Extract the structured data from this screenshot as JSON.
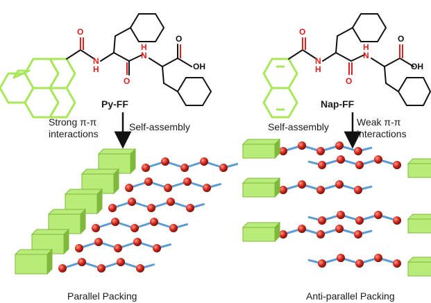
{
  "molecules": {
    "left": {
      "name": "Py-FF",
      "aromatic_group": "pyrene",
      "atoms": {
        "n1": "N",
        "h1": "H",
        "n2": "N",
        "h2": "H",
        "o1": "O",
        "o2": "O",
        "o3": "O",
        "oh": "OH"
      }
    },
    "right": {
      "name": "Nap-FF",
      "aromatic_group": "naphthalene",
      "atoms": {
        "n1": "N",
        "h1": "H",
        "n2": "N",
        "h2": "H",
        "o1": "O",
        "o2": "O",
        "o3": "O",
        "oh": "OH"
      }
    }
  },
  "arrows": {
    "left": {
      "line1": "Strong π-π",
      "line2": "interactions",
      "side": "Self-assembly"
    },
    "right": {
      "side": "Self-assembly",
      "line1": "Weak π-π",
      "line2": "interactions"
    }
  },
  "packing": {
    "left": {
      "caption": "Parallel Packing",
      "strands": 6
    },
    "right": {
      "caption": "Anti-parallel Packing",
      "strands": 6
    }
  },
  "colors": {
    "aromatic": "#a8e65a",
    "block_face": "#b8ec78",
    "block_side": "#7fb83a",
    "bead": "#d42a1e",
    "backbone": "#5b9bd5",
    "heteroatom": "#e0201c",
    "bond": "#111111"
  }
}
